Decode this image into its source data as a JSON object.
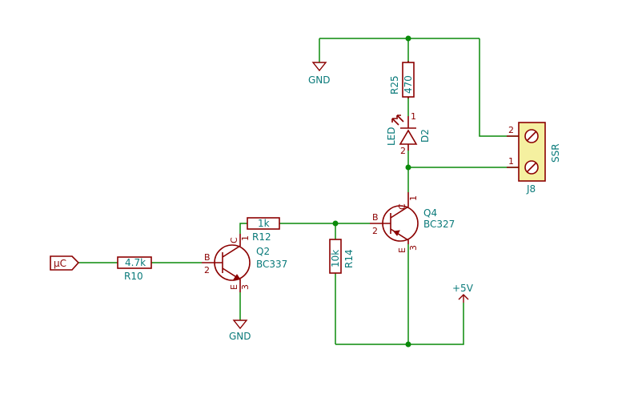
{
  "labels": {
    "gnd_top": "GND",
    "gnd_bottom": "GND",
    "vcc": "+5V",
    "input": "μC",
    "r25_ref": "R25",
    "r25_val": "470",
    "d2_ref": "D2",
    "d2_val": "LED",
    "j8_ref": "J8",
    "j8_val": "SSR",
    "q4_ref": "Q4",
    "q4_val": "BC327",
    "q2_ref": "Q2",
    "q2_val": "BC337",
    "r12_ref": "R12",
    "r12_val": "1k",
    "r10_ref": "R10",
    "r10_val": "4.7k",
    "r14_ref": "R14",
    "r14_val": "10k"
  },
  "pins": {
    "j8_p1": "1",
    "j8_p2": "2",
    "d2_p1": "1",
    "d2_p2": "2",
    "q4_b": "B",
    "q4_2": "2",
    "q4_c": "C",
    "q4_1": "1",
    "q4_e": "E",
    "q4_3": "3",
    "q2_b": "B",
    "q2_2": "2",
    "q2_c": "C",
    "q2_1": "1",
    "q2_e": "E",
    "q2_3": "3"
  },
  "colors": {
    "wire": "#0a8a0a",
    "component": "#8b0000",
    "text": "#0a7a7a",
    "connector_fill": "#f5f0a0"
  }
}
